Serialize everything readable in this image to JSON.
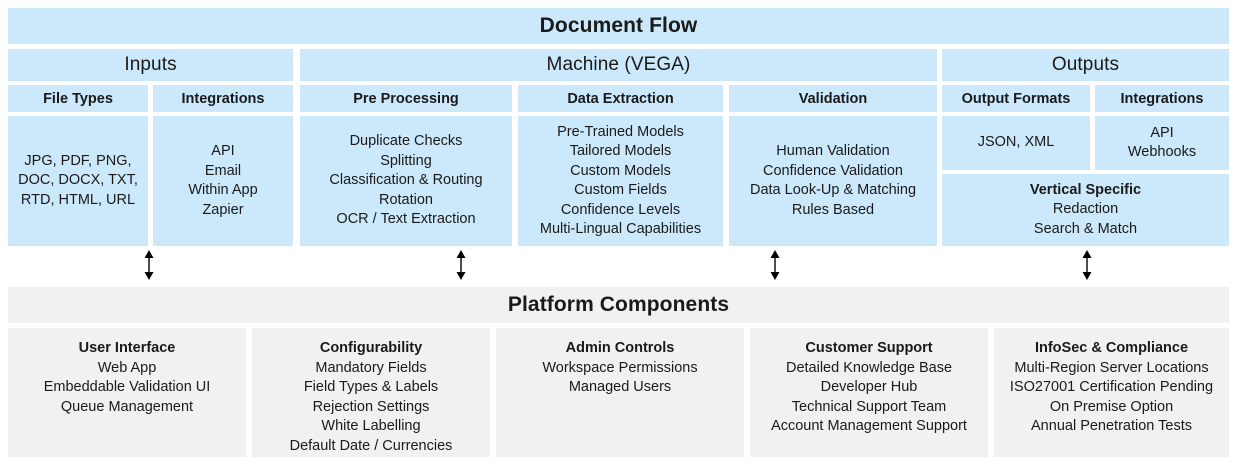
{
  "diagram": {
    "title": "Document Flow",
    "colors": {
      "blue": "#cce9fb",
      "grey": "#f1f1f1",
      "text": "#1a1a1a",
      "page": "#ffffff"
    },
    "sections": {
      "inputs": {
        "title": "Inputs",
        "columns": [
          {
            "header": "File Types",
            "lines": [
              "JPG, PDF, PNG,",
              "DOC, DOCX, TXT,",
              "RTD, HTML, URL"
            ]
          },
          {
            "header": "Integrations",
            "lines": [
              "API",
              "Email",
              "Within App",
              "Zapier"
            ]
          }
        ]
      },
      "machine": {
        "title": "Machine (VEGA)",
        "columns": [
          {
            "header": "Pre Processing",
            "lines": [
              "Duplicate Checks",
              "Splitting",
              "Classification & Routing",
              "Rotation",
              "OCR / Text Extraction"
            ]
          },
          {
            "header": "Data Extraction",
            "lines": [
              "Pre-Trained Models",
              "Tailored Models",
              "Custom Models",
              "Custom Fields",
              "Confidence Levels",
              "Multi-Lingual Capabilities"
            ]
          },
          {
            "header": "Validation",
            "lines": [
              "Human Validation",
              "Confidence Validation",
              "Data Look-Up & Matching",
              "Rules Based"
            ]
          }
        ]
      },
      "outputs": {
        "title": "Outputs",
        "columns": [
          {
            "header": "Output Formats",
            "lines": [
              "JSON, XML"
            ]
          },
          {
            "header": "Integrations",
            "lines": [
              "API",
              "Webhooks"
            ]
          }
        ],
        "vertical_specific": {
          "header": "Vertical Specific",
          "lines": [
            "Redaction",
            "Search & Match"
          ]
        }
      },
      "platform": {
        "title": "Platform Components",
        "cards": [
          {
            "header": "User Interface",
            "lines": [
              "Web App",
              "Embeddable Validation UI",
              "Queue Management"
            ]
          },
          {
            "header": "Configurability",
            "lines": [
              "Mandatory Fields",
              "Field Types & Labels",
              "Rejection Settings",
              "White Labelling",
              "Default Date / Currencies"
            ]
          },
          {
            "header": "Admin Controls",
            "lines": [
              "Workspace Permissions",
              "Managed Users"
            ]
          },
          {
            "header": "Customer Support",
            "lines": [
              "Detailed Knowledge Base",
              "Developer Hub",
              "Technical Support Team",
              "Account Management Support"
            ]
          },
          {
            "header": "InfoSec & Compliance",
            "lines": [
              "Multi-Region Server Locations",
              "ISO27001 Certification Pending",
              "On Premise Option",
              "Annual Penetration Tests"
            ]
          }
        ]
      }
    },
    "connectors": [
      {
        "name": "inputs-to-platform"
      },
      {
        "name": "pre-processing-to-platform"
      },
      {
        "name": "validation-to-platform"
      },
      {
        "name": "outputs-to-platform"
      }
    ]
  }
}
